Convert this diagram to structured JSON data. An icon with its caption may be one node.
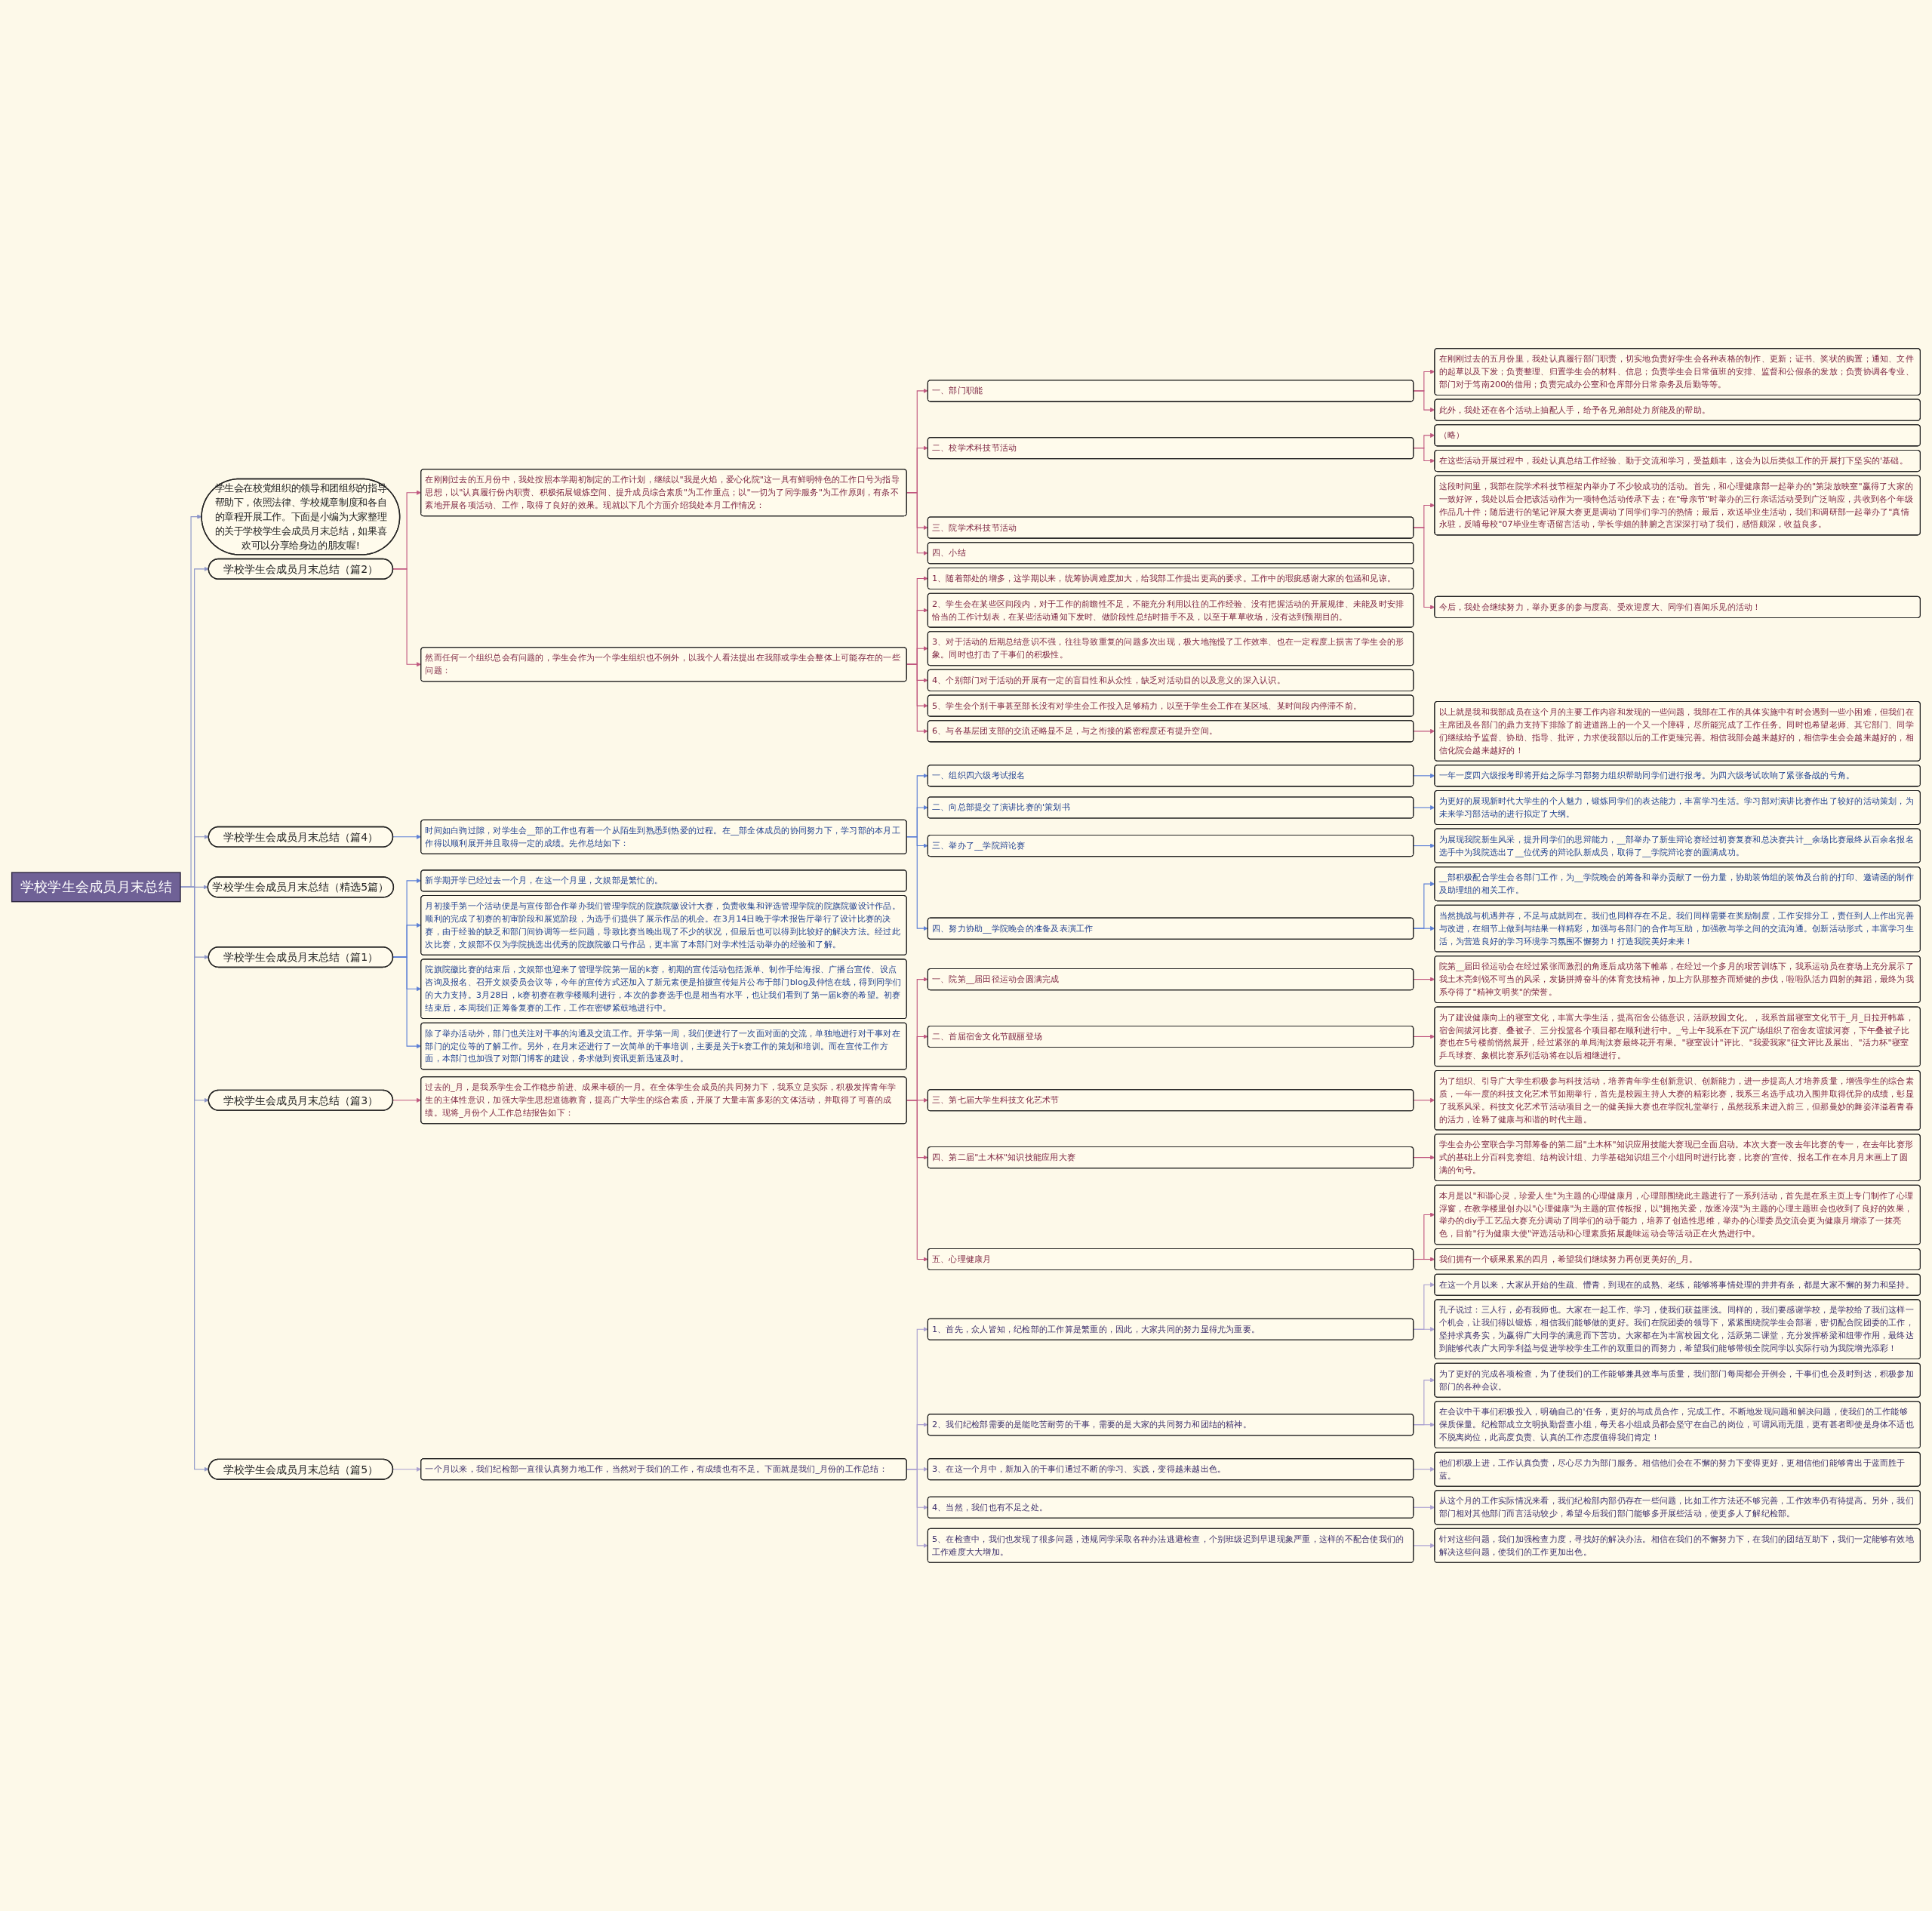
{
  "diagram": {
    "nodes": [
      {
        "text": [
          "学校学生会成员月末总结"
        ]
      },
      {
        "text": [
          "学生会在校党组织的领导和团组织的指导帮助下，依照法律、学校规章制度和各自的章程开展工作。下面是小编为大家整理的关于学校学生会成员月末总结，如果喜欢可以分享给身边的朋友喔!"
        ]
      },
      {
        "text": [
          "学校学生会成员月末总结（篇2）"
        ]
      },
      {
        "text": [
          "在刚刚过去的五月份中，我处按照本学期初制定的工作计划，继续以\"我是火焰，爱心化院\"这一具有鲜明特色的工作口号为指导思想，以\"认真履行份内职责、积极拓展锻炼空间、提升成员综合素质\"为工作重点；以\"一切为了同学服务\"为工作原则，有条不紊地开展各项活动、工作，取得了良好的效果。现就以下几个方面介绍我处本月工作情况："
        ]
      },
      {
        "text": [
          "一、部门职能"
        ]
      },
      {
        "text": [
          "在刚刚过去的五月份里，我处认真履行部门职责，切实地负责好学生会各种表格的制作、更新；证书、奖状的购置；通知、文件的起草以及下发；负责整理、归置学生会的材料、信息；负责学生会日常值班的安排、监督和公假条的发放；负责协调各专业、部门对于笃南200的借用；负责完成办公室和仓库部分日常杂务及后勤等等。"
        ]
      },
      {
        "text": [
          "此外，我处还在各个活动上抽配人手，给予各兄弟部处力所能及的帮助。"
        ]
      },
      {
        "text": [
          "二、校学术科技节活动"
        ]
      },
      {
        "text": [
          "（略）"
        ]
      },
      {
        "text": [
          "在这些活动开展过程中，我处认真总结工作经验、勤于交流和学习，受益颇丰，这会为以后类似工作的开展打下坚实的'基础。"
        ]
      },
      {
        "text": [
          "三、院学术科技节活动"
        ]
      },
      {
        "text": [
          "这段时间里，我部在院学术科技节框架内举办了不少较成功的活动。首先，和心理健康部一起举办的\"第柒放映室\"赢得了大家的一致好评，我处以后会把该活动作为一项特色活动传承下去；在\"母亲节\"时举办的三行亲话活动受到广泛响应，共收到各个年级作品几十件；随后进行的笔记评展大赛更是调动了同学们学习的热情；最后，欢送毕业生活动，我们和调研部一起举办了\"真情永驻，反哺母校\"07毕业生寄语留言活动，学长学姐的肺腑之言深深打动了我们，感悟颇深，收益良多。"
        ]
      },
      {
        "text": [
          "今后，我处会继续努力，举办更多的参与度高、受欢迎度大、同学们喜闻乐见的活动！"
        ]
      },
      {
        "text": [
          "四、小结"
        ]
      },
      {
        "text": [
          "然而任何一个组织总会有问题的，学生会作为一个学生组织也不例外，以我个人看法提出在我部或学生会整体上可能存在的一些问题："
        ]
      },
      {
        "text": [
          "1、随着部处的增多，这学期以来，统筹协调难度加大，给我部工作提出更高的要求。工作中的瑕疵感谢大家的包涵和见谅。"
        ]
      },
      {
        "text": [
          "2、学生会在某些区间段内，对于工作的前瞻性不足，不能充分利用以往的工作经验、没有把握活动的开展规律、未能及时安排恰当的工作计划表，在某些活动通知下发时、做阶段性总结时措手不及，以至于草草收场，没有达到预期目的。"
        ]
      },
      {
        "text": [
          "3、对于活动的后期总结意识不强，往往导致重复的问题多次出现，极大地拖慢了工作效率、也在一定程度上损害了学生会的形象。同时也打击了干事们的积极性。"
        ]
      },
      {
        "text": [
          "4、个别部门对于活动的开展有一定的盲目性和从众性，缺乏对活动目的以及意义的深入认识。"
        ]
      },
      {
        "text": [
          "5、学生会个别干事甚至部长没有对学生会工作投入足够精力，以至于学生会工作在某区域、某时间段内停滞不前。"
        ]
      },
      {
        "text": [
          "6、与各基层团支部的交流还略显不足，与之衔接的紧密程度还有提升空间。"
        ]
      },
      {
        "text": [
          "以上就是我和我部成员在这个月的主要工作内容和发现的一些问题，我部在工作的具体实施中有时会遇到一些小困难，但我们在主席团及各部门的鼎力支持下排除了前进道路上的一个又一个障碍，尽所能完成了工作任务。同时也希望老师、其它部门、同学们继续给予监督、协助、指导、批评，力求使我部以后的工作更臻完善。相信我部会越来越好的，相信学生会会越来越好的，相信化院会越来越好的！"
        ]
      },
      {
        "text": [
          "学校学生会成员月末总结（篇4）"
        ]
      },
      {
        "text": [
          "时间如白驹过隙，对学生会__部的工作也有着一个从陌生到熟悉到热爱的过程。在__部全体成员的协同努力下，学习部的本月工作得以顺利展开并且取得一定的成绩。先作总结如下："
        ]
      },
      {
        "text": [
          "一、组织四六级考试报名"
        ]
      },
      {
        "text": [
          "一年一度四六级报考即将开始之际学习部努力组织帮助同学们进行报考。为四六级考试吹响了紧张备战的号角。"
        ]
      },
      {
        "text": [
          "二、向总部提交了演讲比赛的'策划书"
        ]
      },
      {
        "text": [
          "为更好的展现新时代大学生的个人魅力，锻炼同学们的表达能力，丰富学习生活。学习部对演讲比赛作出了较好的活动策划，为未来学习部活动的进行拟定了大纲。"
        ]
      },
      {
        "text": [
          "三、举办了__学院辩论赛"
        ]
      },
      {
        "text": [
          "为展现我院新生风采，提升同学们的思辩能力，__部举办了新生辩论赛经过初赛复赛和总决赛共计__余场比赛最终从百余名报名选手中为我院选出了__位优秀的辩论队新成员，取得了__学院辩论赛的圆满成功。"
        ]
      },
      {
        "text": [
          "四、努力协助__学院晚会的准备及表演工作"
        ]
      },
      {
        "text": [
          "__部积极配合学生会各部门工作，为__学院晚会的筹备和举办贡献了一份力量，协助装饰组的装饰及台前的打印、邀请函的制作及助理组的相关工作。"
        ]
      },
      {
        "text": [
          "当然挑战与机遇并存，不足与成就同在。我们也同样存在不足。我们同样需要在奖励制度，工作安排分工，责任到人上作出完善与改进，在细节上做到与结果一样精彩，加强与各部门的合作与互助，加强教与学之间的交流沟通。创新活动形式，丰富学习生活，为营造良好的学习环境学习氛围不懈努力！打造我院美好未来！"
        ]
      },
      {
        "text": [
          "学校学生会成员月末总结（精选5篇）"
        ]
      },
      {
        "text": [
          "学校学生会成员月末总结（篇1）"
        ]
      },
      {
        "text": [
          "新学期开学已经过去一个月，在这一个月里，文娱部是繁忙的。"
        ]
      },
      {
        "text": [
          "月初接手第一个活动便是与宣传部合作举办我们管理学院的院旗院徽设计大赛，负责收集和评选管理学院的院旗院徽设计作品。顺利的完成了初赛的初审阶段和展览阶段，为选手们提供了展示作品的机会。在3月14日晚于学术报告厅举行了设计比赛的决赛，由于经验的缺乏和部门间协调等一些问题，导致比赛当晚出现了不少的状况，但最后也可以得到比较好的解决方法。经过此次比赛，文娱部不仅为学院挑选出优秀的院旗院徽口号作品，更丰富了本部门对学术性活动举办的经验和了解。"
        ]
      },
      {
        "text": [
          "院旗院徽比赛的结束后，文娱部也迎来了管理学院第一届的k赛，初期的宣传活动包括派单、制作手绘海报、广播台宣传、设点咨询及报名、召开文娱委员会议等，今年的宣传方式还加入了新元素便是拍摄宣传短片公布于部门blog及仲恺在线，得到同学们的大力支持。3月28日，k赛初赛在教学楼顺利进行，本次的参赛选手也是相当有水平，也让我们看到了第一届k赛的希望。初赛结束后，本周我们正筹备复赛的工作，工作在密锣紧鼓地进行中。"
        ]
      },
      {
        "text": [
          "除了举办活动外，部门也关注对干事的沟通及交流工作。开学第一周，我们便进行了一次面对面的交流，单独地进行对干事对在部门的定位等的了解工作。另外，在月末还进行了一次简单的干事培训，主要是关于k赛工作的策划和培训。而在宣传工作方面，本部门也加强了对部门博客的建设，务求做到资讯更新迅速及时。"
        ]
      },
      {
        "text": [
          "学校学生会成员月末总结（篇3）"
        ]
      },
      {
        "text": [
          "过去的_月，是我系学生会工作稳步前进、成果丰硕的一月。在全体学生会成员的共同努力下，我系立足实际，积极发挥青年学生的主体性意识，加强大学生思想道德教育，提高广大学生的综合素质，开展了大量丰富多彩的文体活动，并取得了可喜的成绩。现将_月份个人工作总结报告如下："
        ]
      },
      {
        "text": [
          "一、院第__届田径运动会圆满完成"
        ]
      },
      {
        "text": [
          "院第__届田径运动会在经过紧张而激烈的角逐后成功落下帷幕，在经过一个多月的艰苦训练下，我系运动员在赛场上充分展示了我土木亮剑锐不可当的风采，发扬拼搏奋斗的体育竞技精神，加上方队那整齐而矫健的步伐，啦啦队活力四射的舞蹈，最终为我系夺得了\"精神文明奖\"的荣誉。"
        ]
      },
      {
        "text": [
          "二、首届宿舍文化节靓丽登场"
        ]
      },
      {
        "text": [
          "为了建设健康向上的寝室文化，丰富大学生活，提高宿舍公德意识，活跃校园文化。，我系首届寝室文化节于_月_日拉开帏幕，宿舍间拔河比赛、叠被子、三分投篮各个项目都在顺利进行中。_号上午我系在下沉广场组织了宿舍友谊拔河赛，下午叠被子比赛也在5号楼前悄然展开，经过紧张的单局淘汰赛最终花开有果。\"寝室设计\"评比、\"我爱我家\"征文评比及展出、\"活力杯\"寝室乒乓球赛、象棋比赛系列活动将在以后相继进行。"
        ]
      },
      {
        "text": [
          "三、第七届大学生科技文化艺术节"
        ]
      },
      {
        "text": [
          "为了组织、引导广大学生积极参与科技活动，培养青年学生创新意识、创新能力，进一步提高人才培养质量，增强学生的综合素质，一年一度的科技文化艺术节如期举行，首先是校园主持人大赛的精彩比赛，我系三名选手成功入围并取得优异的成绩，彰显了我系风采。科技文化艺术节活动项目之一的健美操大赛也在学院礼堂举行，虽然我系未进入前三，但那曼妙的舞姿洋溢着青春的活力，诠释了健康与和谐的时代主题。"
        ]
      },
      {
        "text": [
          "四、第二届\"土木杯\"知识技能应用大赛"
        ]
      },
      {
        "text": [
          "学生会办公室联合学习部筹备的第二届\"土木杯\"知识应用技能大赛现已全面启动。本次大赛一改去年比赛的专一，在去年比赛形式的基础上分百科竞赛组、结构设计组、力学基础知识组三个小组同时进行比赛，比赛的'宣传、报名工作在本月月末画上了圆满的句号。"
        ]
      },
      {
        "text": [
          "五、心理健康月"
        ]
      },
      {
        "text": [
          "本月是以\"和谐心灵，珍爱人生\"为主题的心理健康月，心理部围绕此主题进行了一系列活动，首先是在系主页上专门制作了心理浮窗，在教学楼里创办以\"心理健康\"为主题的宣传板报，以\"拥抱关爱，放逐冷漠\"为主题的心理主题班会也收到了良好的效果，举办的diy手工艺品大赛充分调动了同学们的动手能力，培养了创造性思维，举办的心理委员交流会更为健康月增添了一抹亮色，目前\"行为健康大使\"评选活动和心理素质拓展趣味运动会等活动正在火热进行中。"
        ]
      },
      {
        "text": [
          "我们拥有一个硕果累累的四月，希望我们继续努力再创更美好的_月。"
        ]
      },
      {
        "text": [
          "学校学生会成员月末总结（篇5）"
        ]
      },
      {
        "text": [
          "一个月以来，我们纪检部一直很认真努力地工作，当然对于我们的工作，有成绩也有不足。下面就是我们_月份的工作总结："
        ]
      },
      {
        "text": [
          "1、首先，众人皆知，纪检部的工作算是繁重的，因此，大家共同的努力显得尤为重要。"
        ]
      },
      {
        "text": [
          "在这一个月以来，大家从开始的生疏、懵青，到现在的成熟、老练，能够将事情处理的井井有条，都是大家不懈的努力和坚持。"
        ]
      },
      {
        "text": [
          "孔子说过：三人行，必有我师也。大家在一起工作、学习，使我们获益匪浅。同样的，我们要感谢学校，是学校给了我们这样一个机会，让我们得以锻炼，相信我们能够做的更好。我们在院团委的领导下，紧紧围绕院学生会部署，密切配合院团委的工作，坚持求真务实，为赢得广大同学的满意而下苦功。大家都在为丰富校园文化，活跃第二课堂，充分发挥桥梁和纽带作用，最终达到能够代表广大同学利益与促进学校学生工作的双重目的而努力，希望我们能够带领全院同学以实际行动为我院增光添彩！"
        ]
      },
      {
        "text": [
          "2、我们纪检部需要的是能吃苦耐劳的干事，需要的是大家的共同努力和团结的精神。"
        ]
      },
      {
        "text": [
          "为了更好的完成各项检查，为了使我们的工作能够兼具效率与质量，我们部门每周都会开例会，干事们也会及时到达，积极参加部门的各种会议。"
        ]
      },
      {
        "text": [
          "在会议中干事们积极投入，明确自己的'任务，更好的与成员合作，完成工作。不断地发现问题和解决问题，使我们的工作能够保质保量。纪检部成立文明执勤督查小组，每天各小组成员都会坚守在自己的岗位，可谓风雨无阻，更有甚者即使是身体不适也不脱离岗位，此高度负责、认真的工作态度值得我们肯定！"
        ]
      },
      {
        "text": [
          "3、在这一个月中，新加入的干事们通过不断的学习、实践，变得越来越出色。"
        ]
      },
      {
        "text": [
          "他们积极上进，工作认真负责，尽心尽力为部门服务。相信他们会在不懈的努力下变得更好，更相信他们能够青出于蓝而胜于蓝。"
        ]
      },
      {
        "text": [
          "4、当然，我们也有不足之处。"
        ]
      },
      {
        "text": [
          "从这个月的工作实际情况来看，我们纪检部内部仍存在一些问题，比如工作方法还不够完善，工作效率仍有待提高。另外，我们部门相对其他部门而言活动较少，希望今后我们部门能够多开展些活动，使更多人了解纪检部。"
        ]
      },
      {
        "text": [
          "5、在检查中，我们也发现了很多问题，违规同学采取各种办法逃避检查，个别班级迟到早退现象严重，这样的不配合使我们的工作难度大大增加。"
        ]
      },
      {
        "text": [
          "针对这些问题，我们加强检查力度，寻找好的解决办法。相信在我们的不懈努力下，在我们的团结互助下，我们一定能够有效地解决这些问题，使我们的工作更加出色。"
        ]
      }
    ],
    "edges": [
      {
        "from": 0,
        "to": 1,
        "arrow": "to",
        "color": "#8a94c8"
      },
      {
        "from": 0,
        "to": 2,
        "arrow": "to",
        "color": "#8a94c8"
      },
      {
        "from": 2,
        "to": 3,
        "arrow": "to"
      },
      {
        "from": 3,
        "to": 4,
        "arrow": "to"
      },
      {
        "from": 4,
        "to": 5,
        "arrow": "to"
      },
      {
        "from": 4,
        "to": 6,
        "arrow": "to"
      },
      {
        "from": 3,
        "to": 7,
        "arrow": "to"
      },
      {
        "from": 7,
        "to": 8,
        "arrow": "to"
      },
      {
        "from": 7,
        "to": 9,
        "arrow": "to"
      },
      {
        "from": 3,
        "to": 10,
        "arrow": "to"
      },
      {
        "from": 10,
        "to": 11,
        "arrow": "to"
      },
      {
        "from": 10,
        "to": 12,
        "arrow": "to"
      },
      {
        "from": 3,
        "to": 13,
        "arrow": "to"
      },
      {
        "from": 2,
        "to": 14,
        "arrow": "to"
      },
      {
        "from": 14,
        "to": 15,
        "arrow": "to"
      },
      {
        "from": 14,
        "to": 16,
        "arrow": "to"
      },
      {
        "from": 14,
        "to": 17,
        "arrow": "to"
      },
      {
        "from": 14,
        "to": 18,
        "arrow": "to"
      },
      {
        "from": 14,
        "to": 19,
        "arrow": "to"
      },
      {
        "from": 14,
        "to": 20,
        "arrow": "to"
      },
      {
        "from": 20,
        "to": 21,
        "arrow": "to"
      },
      {
        "from": 0,
        "to": 22,
        "arrow": "to",
        "color": "#8a94c8"
      },
      {
        "from": 22,
        "to": 23,
        "arrow": "to",
        "color": "#5b7fd6"
      },
      {
        "from": 23,
        "to": 24,
        "arrow": "to",
        "color": "#5b7fd6"
      },
      {
        "from": 24,
        "to": 25,
        "arrow": "to",
        "color": "#5b7fd6"
      },
      {
        "from": 23,
        "to": 26,
        "arrow": "to",
        "color": "#5b7fd6"
      },
      {
        "from": 26,
        "to": 27,
        "arrow": "to",
        "color": "#5b7fd6"
      },
      {
        "from": 23,
        "to": 28,
        "arrow": "to",
        "color": "#5b7fd6"
      },
      {
        "from": 28,
        "to": 29,
        "arrow": "to",
        "color": "#5b7fd6"
      },
      {
        "from": 23,
        "to": 30,
        "arrow": "to",
        "color": "#5b7fd6"
      },
      {
        "from": 30,
        "to": 31,
        "arrow": "to",
        "color": "#5b7fd6"
      },
      {
        "from": 30,
        "to": 32,
        "arrow": "to",
        "color": "#5b7fd6"
      },
      {
        "from": 0,
        "to": 33,
        "arrow": "to",
        "color": "#8a94c8"
      },
      {
        "from": 0,
        "to": 34,
        "arrow": "to",
        "color": "#8a94c8"
      },
      {
        "from": 34,
        "to": 35,
        "arrow": "to",
        "color": "#5b7fd6"
      },
      {
        "from": 34,
        "to": 36,
        "arrow": "to",
        "color": "#5b7fd6"
      },
      {
        "from": 34,
        "to": 37,
        "arrow": "to",
        "color": "#5b7fd6"
      },
      {
        "from": 34,
        "to": 38,
        "arrow": "to",
        "color": "#5b7fd6"
      },
      {
        "from": 0,
        "to": 39,
        "arrow": "to",
        "color": "#8a94c8"
      },
      {
        "from": 39,
        "to": 40,
        "arrow": "to"
      },
      {
        "from": 40,
        "to": 41,
        "arrow": "to"
      },
      {
        "from": 41,
        "to": 42,
        "arrow": "to"
      },
      {
        "from": 40,
        "to": 43,
        "arrow": "to"
      },
      {
        "from": 43,
        "to": 44,
        "arrow": "to"
      },
      {
        "from": 40,
        "to": 45,
        "arrow": "to"
      },
      {
        "from": 45,
        "to": 46,
        "arrow": "to"
      },
      {
        "from": 40,
        "to": 47,
        "arrow": "to"
      },
      {
        "from": 47,
        "to": 48,
        "arrow": "to"
      },
      {
        "from": 40,
        "to": 49,
        "arrow": "to"
      },
      {
        "from": 49,
        "to": 50,
        "arrow": "to"
      },
      {
        "from": 49,
        "to": 51,
        "arrow": "to"
      },
      {
        "from": 0,
        "to": 52,
        "arrow": "to",
        "color": "#8a94c8"
      },
      {
        "from": 52,
        "to": 53,
        "arrow": "to",
        "color": "#a99fd0"
      },
      {
        "from": 53,
        "to": 54,
        "arrow": "to",
        "color": "#a99fd0"
      },
      {
        "from": 54,
        "to": 55,
        "arrow": "to",
        "color": "#a99fd0"
      },
      {
        "from": 54,
        "to": 56,
        "arrow": "to",
        "color": "#a99fd0"
      },
      {
        "from": 53,
        "to": 57,
        "arrow": "to",
        "color": "#a99fd0"
      },
      {
        "from": 57,
        "to": 58,
        "arrow": "to",
        "color": "#a99fd0"
      },
      {
        "from": 57,
        "to": 59,
        "arrow": "to",
        "color": "#a99fd0"
      },
      {
        "from": 53,
        "to": 60,
        "arrow": "to",
        "color": "#a99fd0"
      },
      {
        "from": 60,
        "to": 61,
        "arrow": "to",
        "color": "#a99fd0"
      },
      {
        "from": 53,
        "to": 62,
        "arrow": "to",
        "color": "#a99fd0"
      },
      {
        "from": 62,
        "to": 63,
        "arrow": "to",
        "color": "#a99fd0"
      },
      {
        "from": 53,
        "to": 64,
        "arrow": "to",
        "color": "#a99fd0"
      },
      {
        "from": 64,
        "to": 65,
        "arrow": "to",
        "color": "#a99fd0"
      }
    ]
  }
}
